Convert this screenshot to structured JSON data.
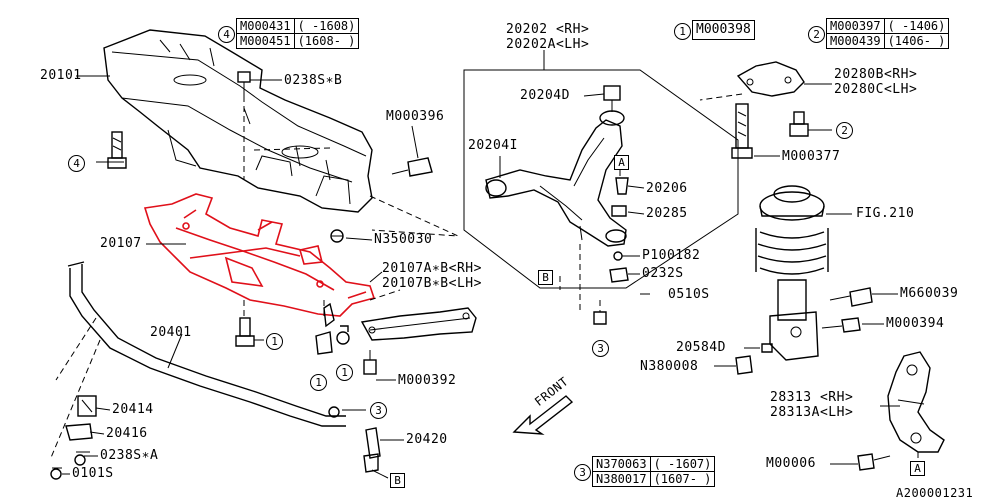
{
  "labels": {
    "p20101": "20101",
    "p0238s_b": "0238S∗B",
    "m000396": "M000396",
    "n350030": "N350030",
    "p20107": "20107",
    "p20107a": "20107A∗B<RH>",
    "p20107b": "20107B∗B<LH>",
    "m000392": "M000392",
    "p20401": "20401",
    "p20414": "20414",
    "p20416": "20416",
    "p0238s_a": "0238S∗A",
    "p0101s": "0101S",
    "p20420": "20420",
    "p20202": "20202 <RH>",
    "p20202a": "20202A<LH>",
    "p20204d": "20204D",
    "p20204i": "20204I",
    "p20206": "20206",
    "p20285": "20285",
    "p100182": "P100182",
    "p0232s": "0232S",
    "p0510s": "0510S",
    "p20280b": "20280B<RH>",
    "p20280c": "20280C<LH>",
    "m000377": "M000377",
    "fig210": "FIG.210",
    "m660039": "M660039",
    "m000394": "M000394",
    "p20584d": "20584D",
    "n380008": "N380008",
    "p28313": "28313 <RH>",
    "p28313a": "28313A<LH>",
    "m00006": "M00006",
    "front": "FRONT",
    "diagram_id": "A200001231"
  },
  "markers": {
    "c1": "1",
    "c2": "2",
    "c3": "3",
    "c4": "4",
    "a": "A",
    "b": "B"
  },
  "tables": {
    "t4": {
      "key": "4",
      "rows": [
        {
          "part": "M000431",
          "range": "( -1608)"
        },
        {
          "part": "M000451",
          "range": "(1608- )"
        }
      ]
    },
    "t1": {
      "key": "1",
      "rows": [
        {
          "part": "M000398"
        }
      ]
    },
    "t2": {
      "key": "2",
      "rows": [
        {
          "part": "M000397",
          "range": "( -1406)"
        },
        {
          "part": "M000439",
          "range": "(1406- )"
        }
      ]
    },
    "t3": {
      "key": "3",
      "rows": [
        {
          "part": "N370063",
          "range": "( -1607)"
        },
        {
          "part": "N380017",
          "range": "(1607- )"
        }
      ]
    }
  },
  "colors": {
    "highlight": "#e0101a",
    "line": "#000000"
  }
}
